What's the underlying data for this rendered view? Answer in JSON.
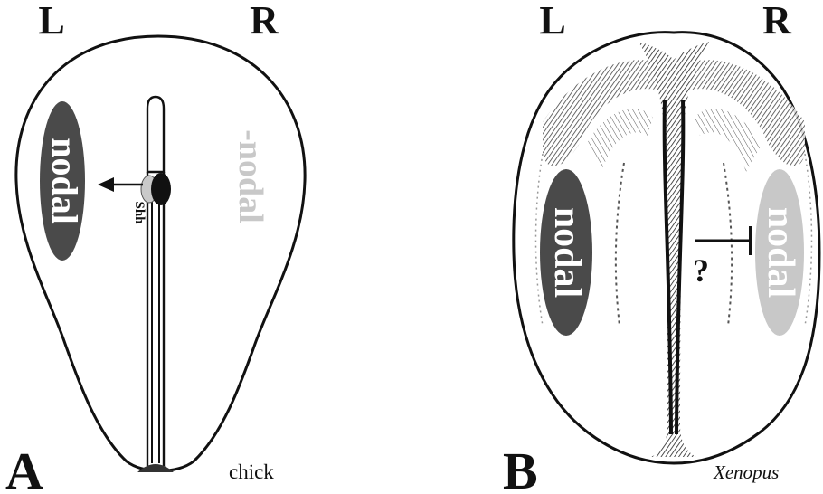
{
  "panel_a": {
    "letter": "A",
    "left_label": "L",
    "right_label": "R",
    "left_gene": "nodal",
    "right_gene": "-nodal",
    "signal": "Shh",
    "organism": "chick"
  },
  "panel_b": {
    "letter": "B",
    "left_label": "L",
    "right_label": "R",
    "left_gene": "nodal",
    "right_gene": "nodal",
    "inhibitor_mark": "?",
    "organism": "Xenopus"
  },
  "colors": {
    "nodal_expressed": "#4a4a4a",
    "nodal_repressed": "#c8c8c8",
    "outline": "#111111"
  }
}
